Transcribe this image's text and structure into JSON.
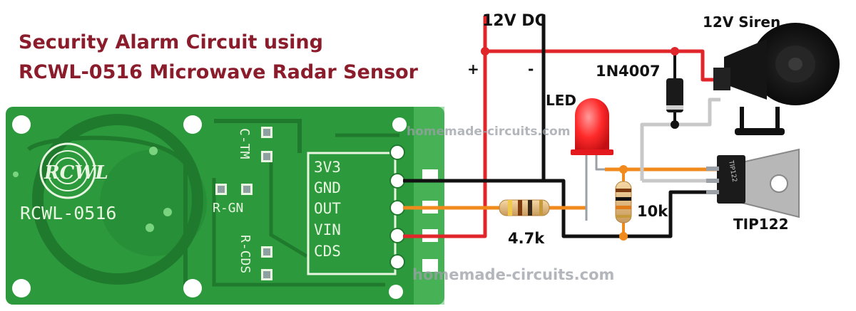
{
  "title": {
    "line1": "Security Alarm Circuit using",
    "line2": "RCWL-0516 Microwave Radar Sensor"
  },
  "labels": {
    "supply": "12V DC",
    "plus": "+",
    "minus": "-",
    "siren": "12V Siren",
    "diode": "1N4007",
    "led": "LED",
    "r_base": "4.7k",
    "r_pull": "10k",
    "transistor": "TIP122",
    "transistor_marking": "TIP122"
  },
  "board": {
    "name": "RCWL-0516",
    "logo_text": "RCWL",
    "pins": [
      "3V3",
      "GND",
      "OUT",
      "VIN",
      "CDS"
    ],
    "pad_labels": [
      "C-TM",
      "R-GN",
      "R-CDS"
    ]
  },
  "watermark": {
    "top": "homemade-circuits.com",
    "bottom": "homemade-circuits.com"
  },
  "colors": {
    "title": "#8b1c2c",
    "pcb": "#2c9a3c",
    "pcb_dark": "#1f7a2d",
    "wire_positive": "#e0262a",
    "wire_ground": "#111111",
    "wire_signal": "#f08a1c",
    "wire_siren": "#c8c8c8",
    "led": "#ff2a2a"
  }
}
